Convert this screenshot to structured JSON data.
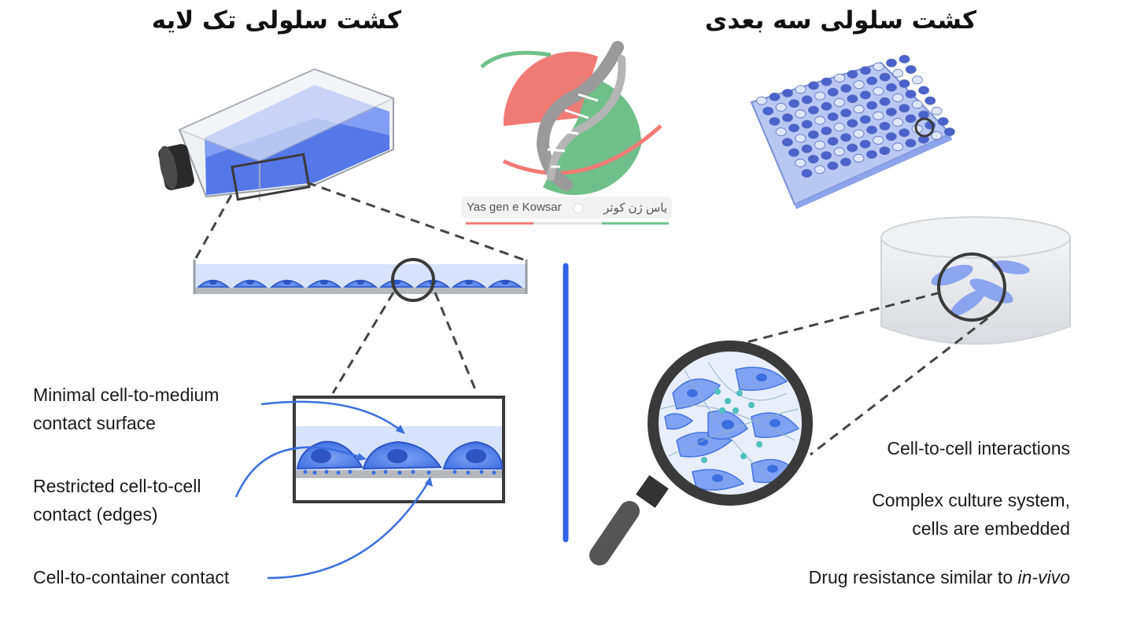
{
  "titles": {
    "monolayer": "کشت سلولی تک لایه",
    "three_d": "کشت سلولی سه بعدی"
  },
  "logo": {
    "latin_name": "Yas gen e Kowsar",
    "persian_name": "یاس ژن کوثر"
  },
  "left_labels": {
    "medium_contact_line1": "Minimal cell-to-medium",
    "medium_contact_line2": "contact surface",
    "cell_contact_line1": "Restricted cell-to-cell",
    "cell_contact_line2": "contact (edges)",
    "container_contact": "Cell-to-container contact"
  },
  "right_labels": {
    "interactions": "Cell-to-cell interactions",
    "complex_line1": "Complex culture system,",
    "complex_line2": "cells are embedded",
    "drug_prefix": "Drug resistance similar to ",
    "drug_italic": "in-vivo"
  },
  "colors": {
    "cell_blue": "#3b6fe0",
    "medium_blue": "#c9d8fb",
    "divider_blue": "#2f62e8",
    "logo_red": "#f07a74",
    "logo_green": "#6fbf8a",
    "gray_dark": "#444444"
  }
}
